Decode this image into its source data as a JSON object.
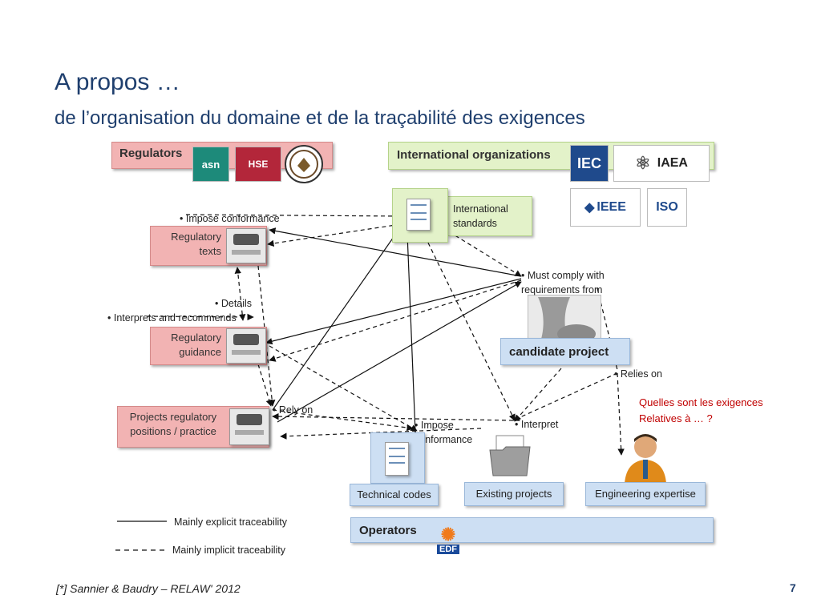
{
  "title": "A propos …",
  "subtitle": "de l’organisation du domaine et de la traçabilité des exigences",
  "regulators": {
    "label": "Regulators",
    "logos": [
      "asn",
      "HSE",
      "US seal"
    ]
  },
  "international": {
    "label": "International organizations",
    "logos": [
      "IEC",
      "IAEA",
      "IEEE",
      "ISO"
    ]
  },
  "nodes": {
    "regulatory_texts": "Regulatory texts",
    "regulatory_guidance": "Regulatory guidance",
    "projects_positions": "Projects regulatory positions / practice",
    "international_standards": "International standards",
    "candidate_project": "candidate project",
    "technical_codes": "Technical codes",
    "existing_projects": "Existing  projects",
    "engineering_expertise": "Engineering expertise",
    "operators": "Operators",
    "edf": "EDF"
  },
  "relations": {
    "impose_conformance_top": "• Impose conformance",
    "must_comply": "• Must comply with requirements from",
    "details": "• Details",
    "interprets": "• Interprets and recommends",
    "relies_on": "• Relies on",
    "rely_on": "• Rely on",
    "impose_conformance_bottom": "• Impose conformance",
    "interpret": "• Interpret"
  },
  "question": {
    "line1": "Quelles sont les exigences",
    "line2": "Relatives à  … ?"
  },
  "legend": {
    "explicit": "Mainly explicit traceability",
    "implicit": "Mainly implicit traceability"
  },
  "footer": "[*] Sannier & Baudry – RELAW' 2012",
  "page_number": "7",
  "colors": {
    "title": "#1f3f6e",
    "regulator_box": "#f2b3b3",
    "international_box": "#e3f2c9",
    "operator_box": "#cddff3",
    "question": "#c00000"
  }
}
